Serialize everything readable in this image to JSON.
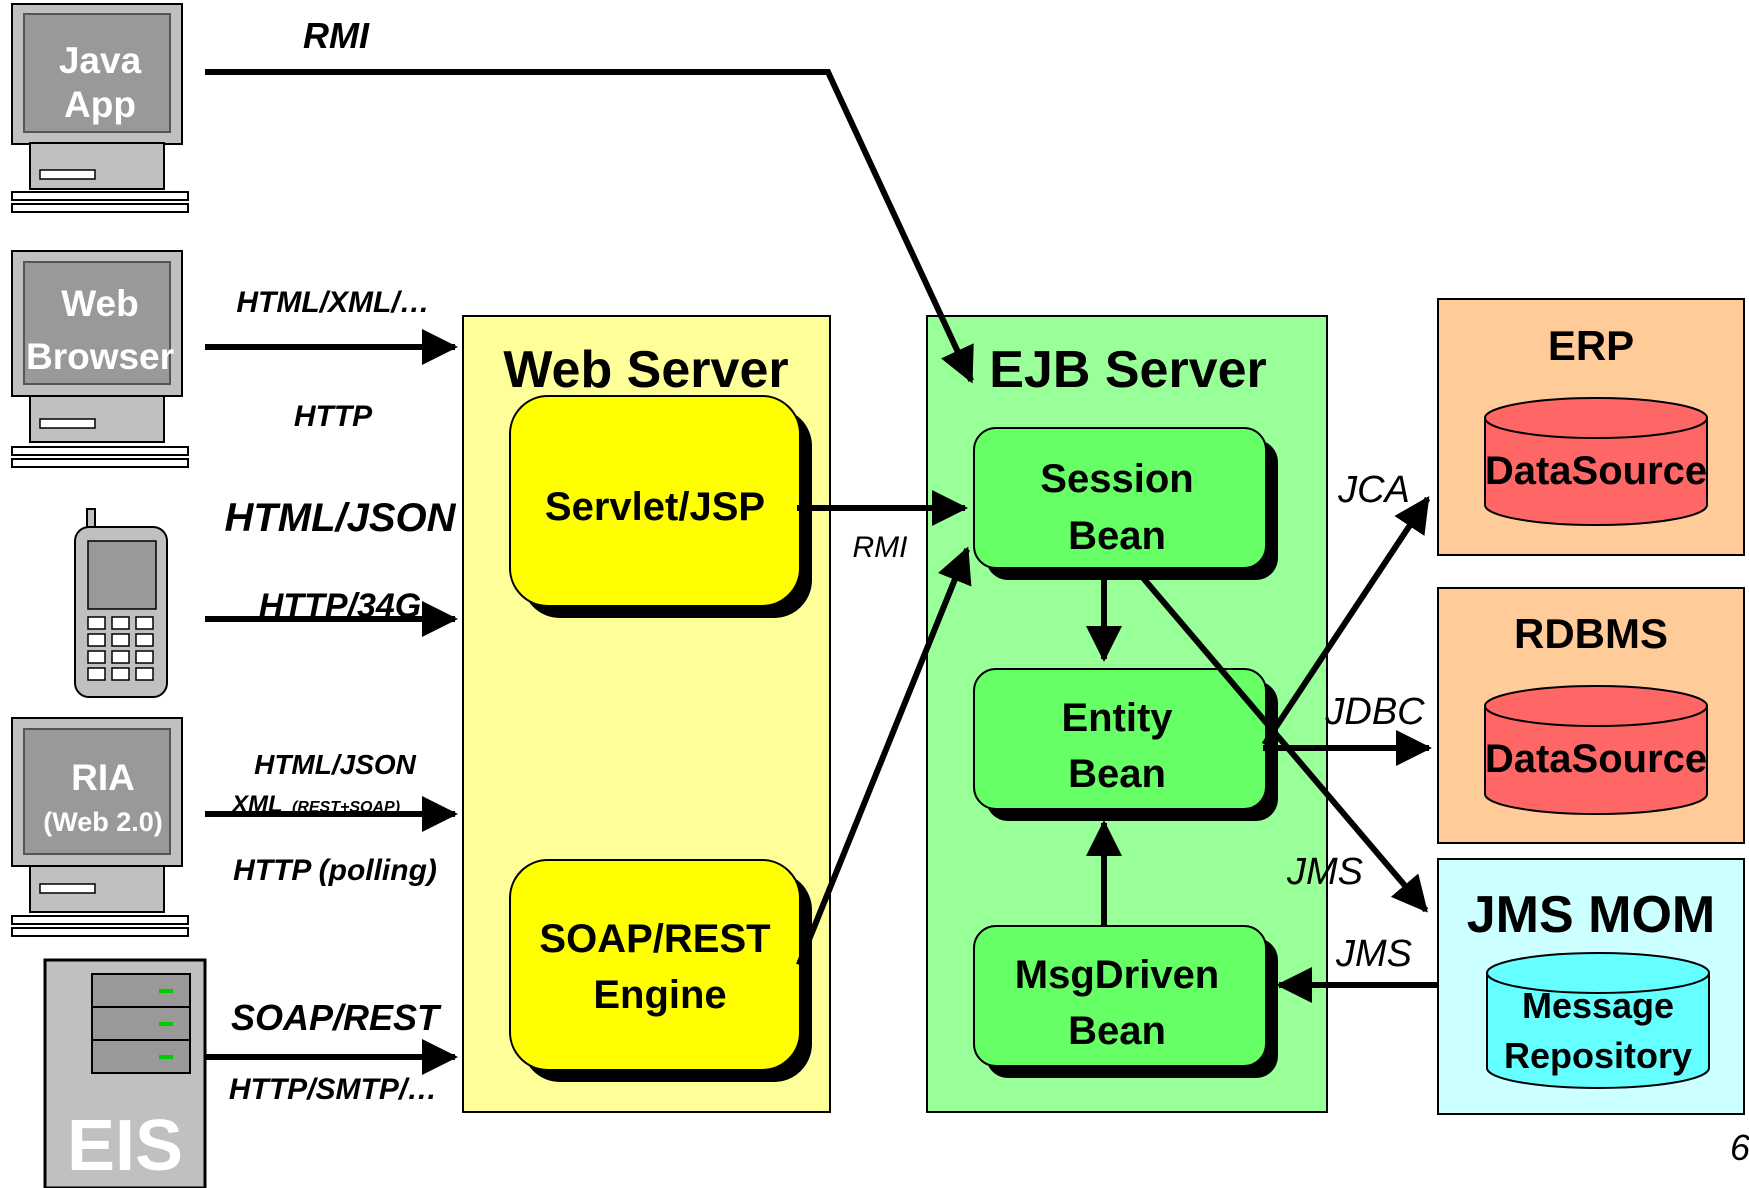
{
  "clients": {
    "java_app": "Java App",
    "java_app_lines": [
      "Java",
      "App"
    ],
    "web_browser_lines": [
      "Web",
      "Browser"
    ],
    "ria_lines": [
      "RIA",
      "(Web 2.0)"
    ],
    "eis": "EIS"
  },
  "protocols": {
    "rmi_top": "RMI",
    "browser_top": "HTML/XML/…",
    "browser_bottom": "HTTP",
    "mobile_top": "HTML/JSON",
    "mobile_bottom": "HTTP/34G",
    "ria_top": "HTML/JSON",
    "ria_mid": "XML",
    "ria_mid_small": "(REST+SOAP)",
    "ria_bottom": "HTTP (polling)",
    "eis_top": "SOAP/REST",
    "eis_bottom": "HTTP/SMTP/…",
    "servlet_to_session": "RMI",
    "jca": "JCA",
    "jdbc": "JDBC",
    "jms_out": "JMS",
    "jms_in": "JMS"
  },
  "web_server": {
    "title": "Web Server",
    "servlet": "Servlet/JSP",
    "soap_lines": [
      "SOAP/REST",
      "Engine"
    ]
  },
  "ejb_server": {
    "title": "EJB Server",
    "session_lines": [
      "Session",
      "Bean"
    ],
    "entity_lines": [
      "Entity",
      "Bean"
    ],
    "msg_lines": [
      "MsgDriven",
      "Bean"
    ]
  },
  "backends": {
    "erp": {
      "title": "ERP",
      "store": "DataSource"
    },
    "rdbms": {
      "title": "RDBMS",
      "store": "DataSource"
    },
    "jms_mom": {
      "title": "JMS MOM",
      "store_lines": [
        "Message",
        "Repository"
      ]
    }
  },
  "page_number": "6",
  "colors": {
    "web_server_bg": "#ffff99",
    "ejb_server_bg": "#99ff99",
    "component_yellow": "#ffff00",
    "component_green": "#66ff66",
    "backend_orange": "#ffcc99",
    "backend_cyan": "#ccffff",
    "db_red": "#ff6666",
    "db_cyan": "#66ffff",
    "monitor_gray": "#c0c0c0"
  }
}
